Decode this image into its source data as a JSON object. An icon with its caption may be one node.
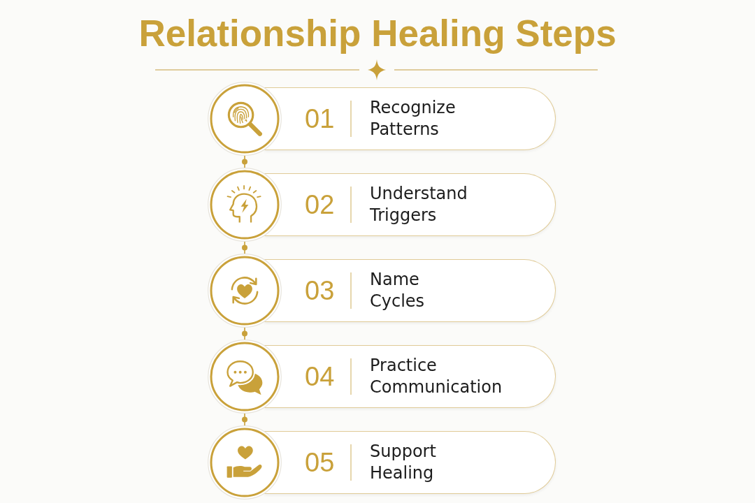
{
  "diagram": {
    "title": "Relationship Healing Steps",
    "nodes": [
      {
        "text": [],
        "shape": "circle"
      },
      {
        "text": [
          "01",
          "Recognize Patterns"
        ]
      },
      {
        "text": [],
        "shape": "circle"
      },
      {
        "text": [
          "02",
          "Understand Triggers"
        ]
      },
      {
        "text": [],
        "shape": "circle"
      },
      {
        "text": [
          "03",
          "Name Cycles"
        ]
      },
      {
        "text": [],
        "shape": "circle"
      },
      {
        "text": [
          "04",
          "Practice Communication"
        ]
      },
      {
        "text": [],
        "shape": "circle"
      },
      {
        "text": [
          "05",
          "Support Healing"
        ]
      }
    ],
    "edges": [
      {
        "from": 0,
        "to": 2,
        "arrow": "none"
      },
      {
        "from": 2,
        "to": 4,
        "arrow": "none"
      },
      {
        "from": 4,
        "to": 6,
        "arrow": "none"
      },
      {
        "from": 6,
        "to": 8,
        "arrow": "none"
      }
    ]
  }
}
